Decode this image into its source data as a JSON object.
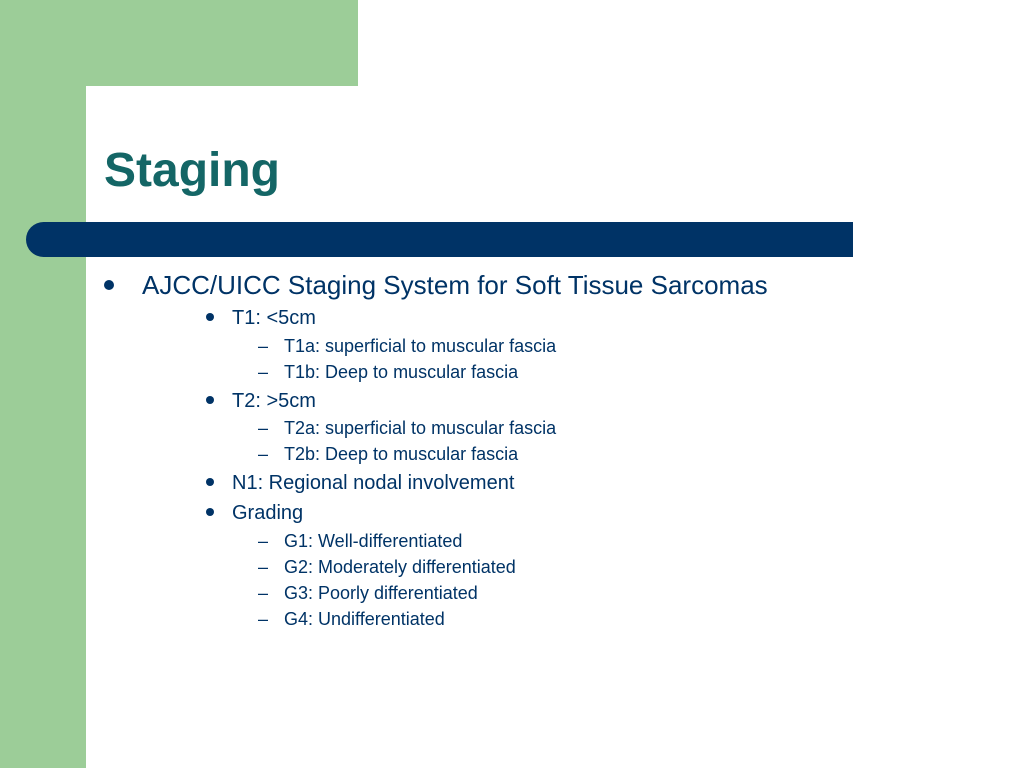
{
  "slide": {
    "title": "Staging",
    "bullets": [
      {
        "level": 1,
        "text": "AJCC/UICC Staging System for Soft Tissue Sarcomas"
      },
      {
        "level": 2,
        "text": "T1:   <5cm"
      },
      {
        "level": 3,
        "text": "T1a:  superficial to muscular fascia"
      },
      {
        "level": 3,
        "text": "T1b:  Deep to muscular fascia"
      },
      {
        "level": 2,
        "text": "T2:  >5cm"
      },
      {
        "level": 3,
        "text": "T2a:  superficial to muscular fascia"
      },
      {
        "level": 3,
        "text": "T2b:  Deep to muscular fascia"
      },
      {
        "level": 2,
        "text": "N1:  Regional nodal involvement"
      },
      {
        "level": 2,
        "text": "Grading"
      },
      {
        "level": 3,
        "text": "G1:  Well-differentiated"
      },
      {
        "level": 3,
        "text": "G2:  Moderately differentiated"
      },
      {
        "level": 3,
        "text": "G3:  Poorly differentiated"
      },
      {
        "level": 3,
        "text": "G4:  Undifferentiated"
      }
    ]
  },
  "icons": {
    "level1_marker": "bullet-dot-icon",
    "level2_marker": "bullet-dot-icon",
    "level3_marker": "dash-icon",
    "dash_glyph": "–"
  },
  "colors": {
    "green_accent": "#9ccd98",
    "navy_bar": "#003366",
    "title_text": "#146666",
    "body_text": "#003366"
  }
}
